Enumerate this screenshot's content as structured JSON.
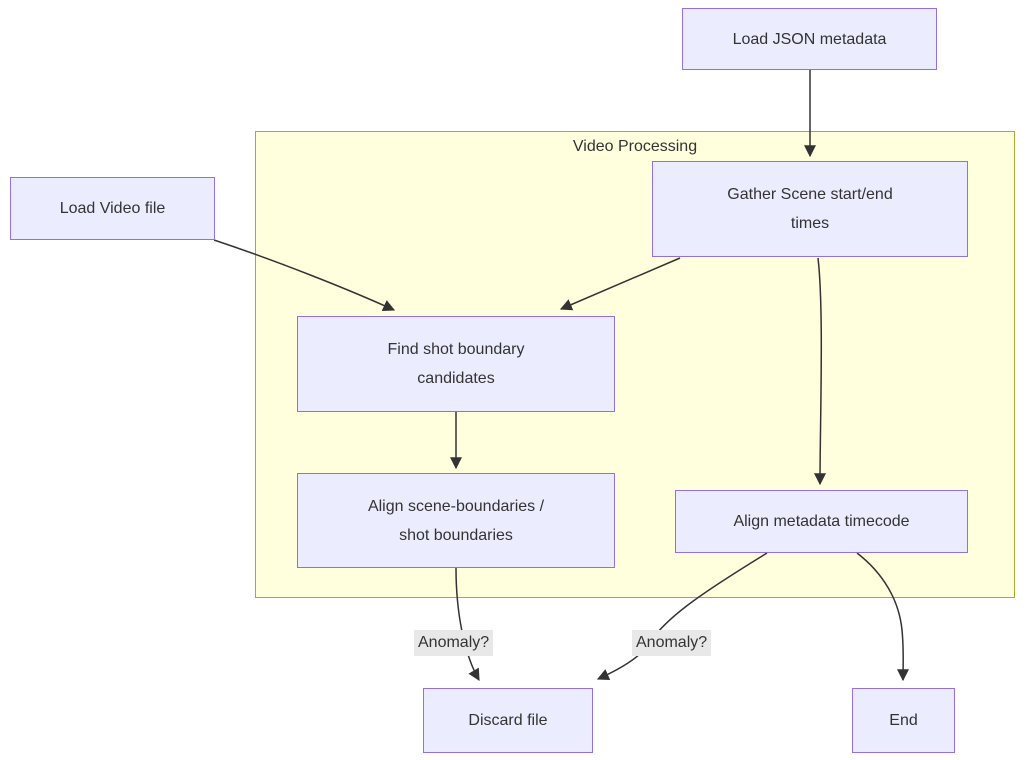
{
  "diagram": {
    "subgraph": {
      "title": "Video Processing"
    },
    "nodes": {
      "load_json": {
        "lines": [
          "Load JSON metadata"
        ]
      },
      "load_video": {
        "lines": [
          "Load Video file"
        ]
      },
      "gather_scene": {
        "lines": [
          "Gather Scene start/end",
          "times"
        ]
      },
      "find_shot": {
        "lines": [
          "Find shot boundary",
          "candidates"
        ]
      },
      "align_scene": {
        "lines": [
          "Align scene-boundaries /",
          "shot boundaries"
        ]
      },
      "align_meta": {
        "lines": [
          "Align metadata timecode"
        ]
      },
      "discard": {
        "lines": [
          "Discard file"
        ]
      },
      "end": {
        "lines": [
          "End"
        ]
      }
    },
    "edge_labels": {
      "anomaly_1": "Anomaly?",
      "anomaly_2": "Anomaly?"
    },
    "colors": {
      "node_fill": "#ECECFF",
      "node_border": "#9370DB",
      "subgraph_fill": "#FFFFDE",
      "subgraph_border": "#AAAA33",
      "edge": "#333333",
      "text": "#333333",
      "edge_label_bg": "#E8E8E8"
    }
  }
}
